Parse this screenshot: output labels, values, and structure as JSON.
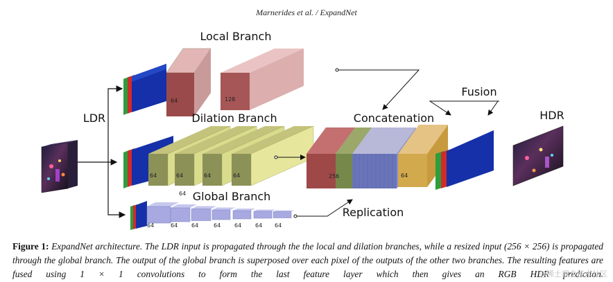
{
  "header": "Marnerides et al. / ExpandNet",
  "labels": {
    "local_branch": "Local Branch",
    "dilation_branch": "Dilation Branch",
    "global_branch": "Global Branch",
    "ldr": "LDR",
    "concatenation": "Concatenation",
    "fusion": "Fusion",
    "hdr": "HDR",
    "replication": "Replication"
  },
  "layer_sizes": {
    "local": [
      "64",
      "128"
    ],
    "dilation": [
      "64",
      "64",
      "64",
      "64",
      "64"
    ],
    "global": [
      "64",
      "64",
      "64",
      "64",
      "64",
      "64",
      "64"
    ],
    "concatenation": "256",
    "fusion": "64"
  },
  "colors": {
    "local_block": "#c98f8f",
    "dilation_block": "#d9dc8c",
    "global_block": "#a7a9e0",
    "concat_red": "#9e4848",
    "concat_green": "#76894a",
    "concat_blue": "#6a74b8",
    "fusion_block": "#d2a94d"
  },
  "caption": {
    "label": "Figure 1:",
    "text": "ExpandNet architecture. The LDR input is propagated through the the local and dilation branches, while a resized input (256 × 256) is propagated through the global branch. The output of the global branch is superposed over each pixel of the outputs of the other two branches. The resulting features are fused using 1 × 1 convolutions to form the last feature layer which then gives an RGB HDR prediction."
  },
  "watermark": "@稀土掘金技术社区"
}
